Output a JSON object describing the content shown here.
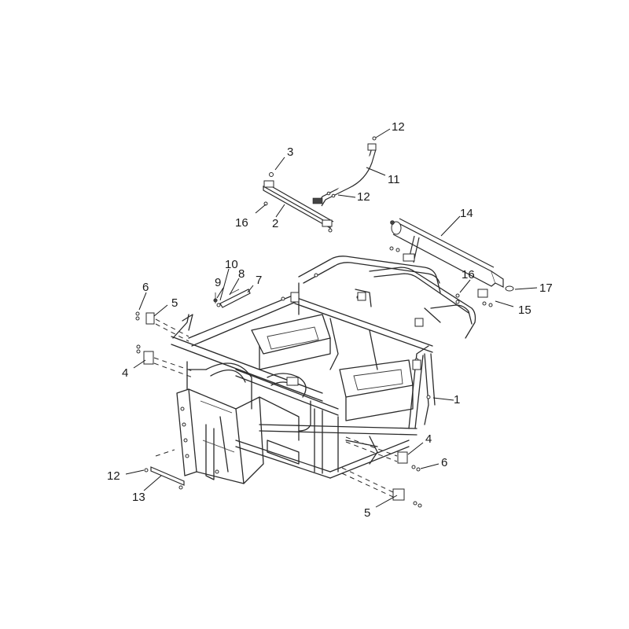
{
  "diagram": {
    "callouts": [
      {
        "id": "c1",
        "label": "1"
      },
      {
        "id": "c2",
        "label": "2"
      },
      {
        "id": "c3",
        "label": "3"
      },
      {
        "id": "c4a",
        "label": "4"
      },
      {
        "id": "c4b",
        "label": "4"
      },
      {
        "id": "c5a",
        "label": "5"
      },
      {
        "id": "c5b",
        "label": "5"
      },
      {
        "id": "c6a",
        "label": "6"
      },
      {
        "id": "c6b",
        "label": "6"
      },
      {
        "id": "c7",
        "label": "7"
      },
      {
        "id": "c8",
        "label": "8"
      },
      {
        "id": "c9",
        "label": "9"
      },
      {
        "id": "c10",
        "label": "10"
      },
      {
        "id": "c11",
        "label": "11"
      },
      {
        "id": "c12a",
        "label": "12"
      },
      {
        "id": "c12b",
        "label": "12"
      },
      {
        "id": "c12c",
        "label": "12"
      },
      {
        "id": "c13",
        "label": "13"
      },
      {
        "id": "c14",
        "label": "14"
      },
      {
        "id": "c15",
        "label": "15"
      },
      {
        "id": "c16a",
        "label": "16"
      },
      {
        "id": "c16b",
        "label": "16"
      },
      {
        "id": "c17",
        "label": "17"
      }
    ]
  }
}
